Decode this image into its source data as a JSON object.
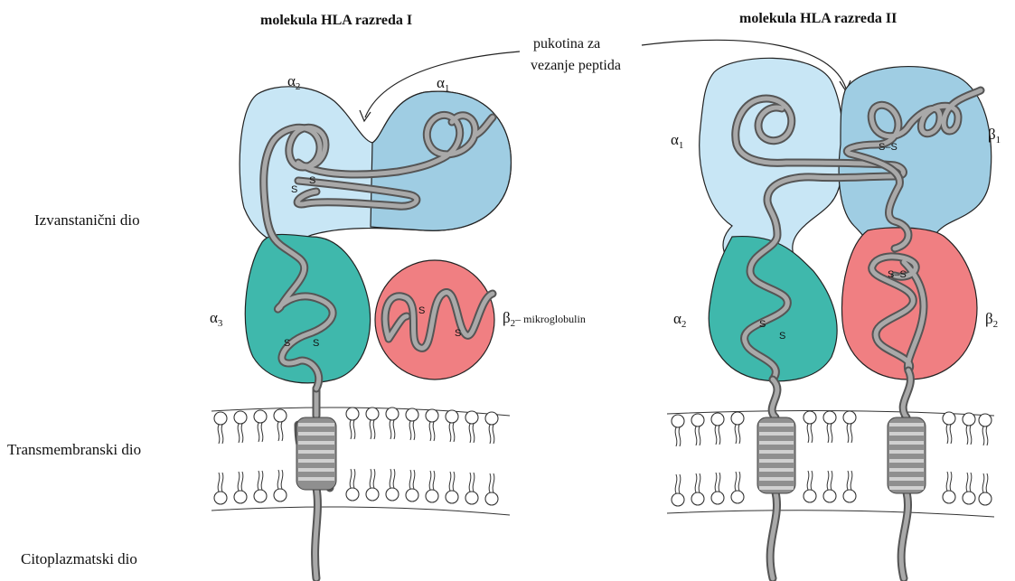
{
  "titles": {
    "class1": "molekula HLA razreda I",
    "class2": "molekula HLA razreda II"
  },
  "regions": {
    "extracellular": "Izvanstanični dio",
    "transmembrane": "Transmembranski dio",
    "cytoplasmic": "Citoplazmatski dio"
  },
  "callout": {
    "line1": "pukotina za",
    "line2": "vezanje peptida"
  },
  "class1_labels": {
    "alpha2": "α",
    "alpha2_sub": "2",
    "alpha1": "α",
    "alpha1_sub": "1",
    "alpha3": "α",
    "alpha3_sub": "3",
    "beta2m": "β",
    "beta2m_sub": "2",
    "beta2m_suffix": "– mikroglobulin"
  },
  "class2_labels": {
    "alpha1": "α",
    "alpha1_sub": "1",
    "beta1": "β",
    "beta1_sub": "1",
    "alpha2": "α",
    "alpha2_sub": "2",
    "beta2": "β",
    "beta2_sub": "2"
  },
  "disulfide": {
    "s": "S",
    "ss": "S–S"
  },
  "colors": {
    "light_blue": "#c8e6f5",
    "mid_blue": "#9fcde3",
    "teal": "#3fb8ac",
    "red": "#f07f82",
    "chain": "#a9a9a9"
  }
}
